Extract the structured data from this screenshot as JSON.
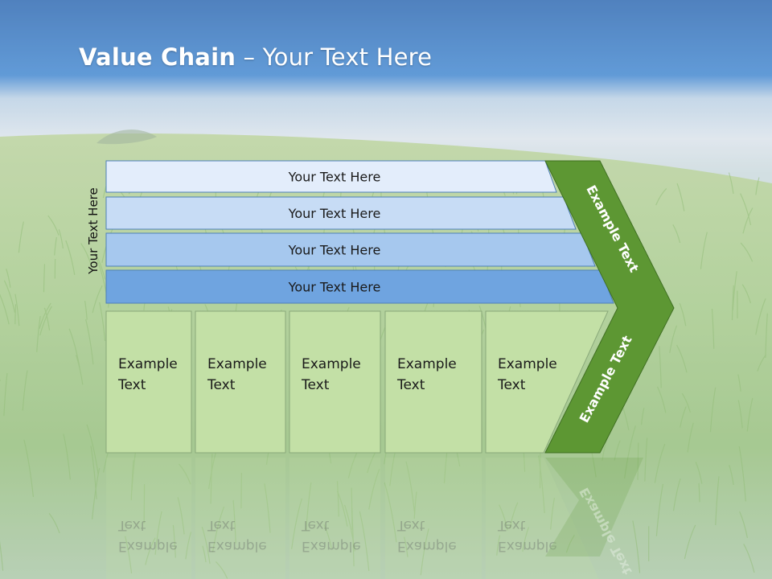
{
  "slide": {
    "title_bold": "Value Chain",
    "title_rest": " – Your Text Here",
    "side_label": "Your Text Here"
  },
  "bands": [
    {
      "label": "Your Text Here",
      "color": "#e3edfb"
    },
    {
      "label": "Your Text Here",
      "color": "#c7dcf5"
    },
    {
      "label": "Your Text Here",
      "color": "#a6c8ee"
    },
    {
      "label": "Your Text Here",
      "color": "#6fa4e0"
    }
  ],
  "boxes": [
    {
      "line1": "Example",
      "line2": "Text"
    },
    {
      "line1": "Example",
      "line2": "Text"
    },
    {
      "line1": "Example",
      "line2": "Text"
    },
    {
      "line1": "Example",
      "line2": "Text"
    },
    {
      "line1": "Example",
      "line2": "Text"
    }
  ],
  "chevron": {
    "upper_label": "Example Text",
    "lower_label": "Example Text",
    "color": "#5d9733"
  },
  "colors": {
    "box_fill": "#c3e0a6",
    "sky_top": "#2e6fb8",
    "grass": "#8fc06c"
  }
}
